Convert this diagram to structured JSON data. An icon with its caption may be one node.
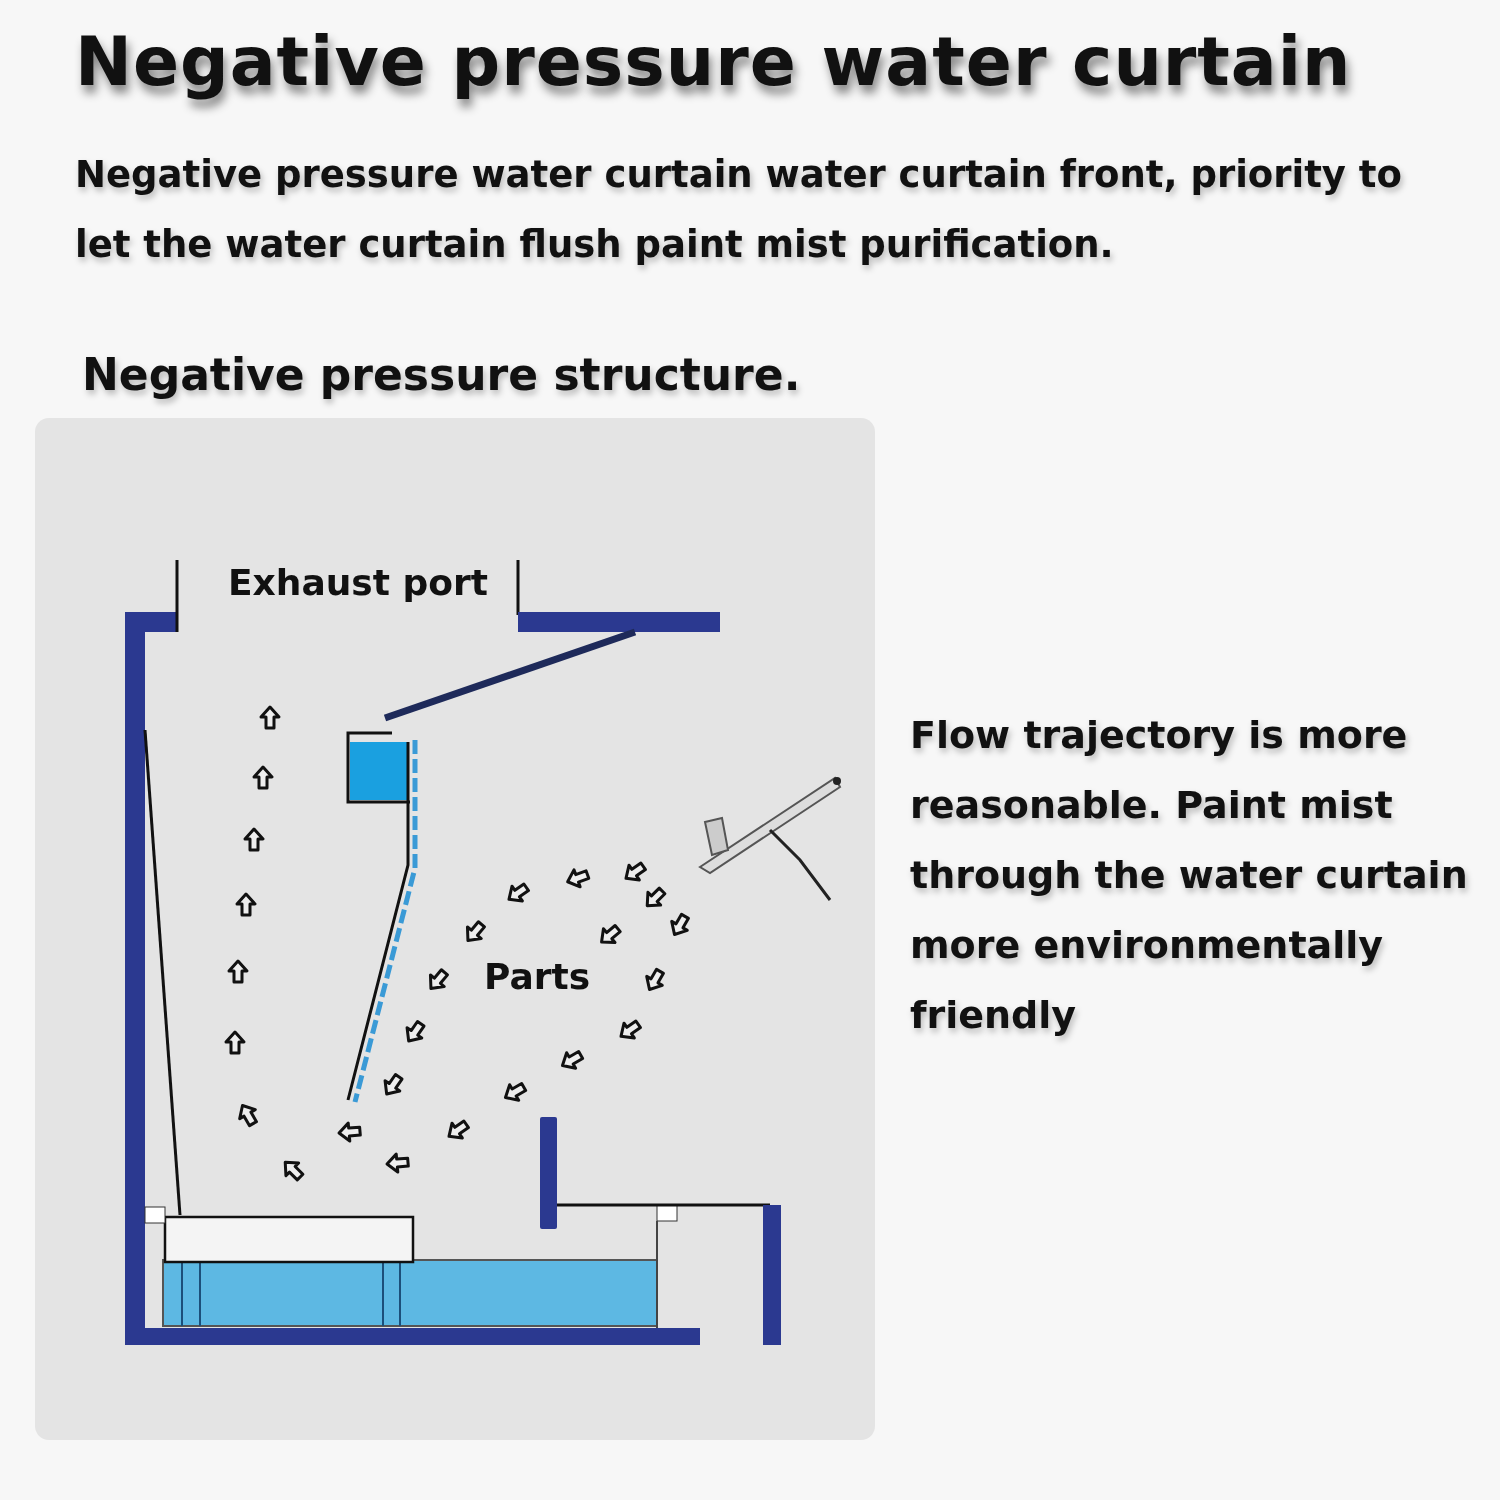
{
  "diagram": {
    "title": "Negative pressure water curtain",
    "labels": [
      "Negative pressure water curtain water curtain front, priority to let the water curtain flush paint mist purification.",
      "Negative pressure structure.",
      "Exhaust port",
      "Parts",
      "Flow trajectory is more reasonable. Paint mist through the water curtain more environmentally friendly"
    ]
  }
}
